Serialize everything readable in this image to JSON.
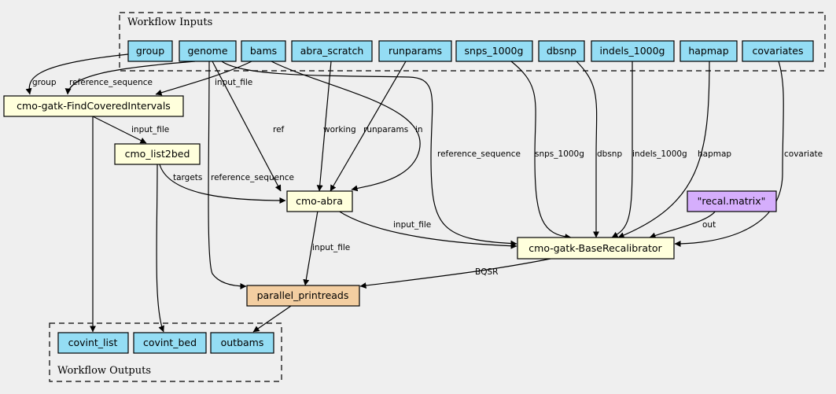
{
  "clusters": {
    "inputs_label": "Workflow Inputs",
    "outputs_label": "Workflow Outputs"
  },
  "colors": {
    "io": "#94ddf4",
    "step": "#ffffdc",
    "scatter": "#f3cea1",
    "default": "#d5aefc",
    "background": "#efefef"
  },
  "nodes": {
    "group": "group",
    "genome": "genome",
    "bams": "bams",
    "abra_scratch": "abra_scratch",
    "runparams": "runparams",
    "snps_1000g": "snps_1000g",
    "dbsnp": "dbsnp",
    "indels_1000g": "indels_1000g",
    "hapmap": "hapmap",
    "covariates": "covariates",
    "find_covered": "cmo-gatk-FindCoveredIntervals",
    "list2bed": "cmo_list2bed",
    "abra": "cmo-abra",
    "recal_matrix": "\"recal.matrix\"",
    "base_recal": "cmo-gatk-BaseRecalibrator",
    "printreads": "parallel_printreads",
    "covint_list": "covint_list",
    "covint_bed": "covint_bed",
    "outbams": "outbams"
  },
  "edge_labels": {
    "group": "group",
    "reference_sequence_1": "reference_sequence",
    "input_file_1": "input_file",
    "input_file_2": "input_file",
    "ref": "ref",
    "working": "working",
    "runparams": "runparams",
    "in": "in",
    "targets": "targets",
    "reference_sequence_2": "reference_sequence",
    "reference_sequence_3": "reference_sequence",
    "snps_1000g": "snps_1000g",
    "dbsnp": "dbsnp",
    "indels_1000g": "indels_1000g",
    "hapmap": "hapmap",
    "covariate": "covariate",
    "out": "out",
    "input_file_3": "input_file",
    "input_file_4": "input_file",
    "bqsr": "BQSR"
  }
}
